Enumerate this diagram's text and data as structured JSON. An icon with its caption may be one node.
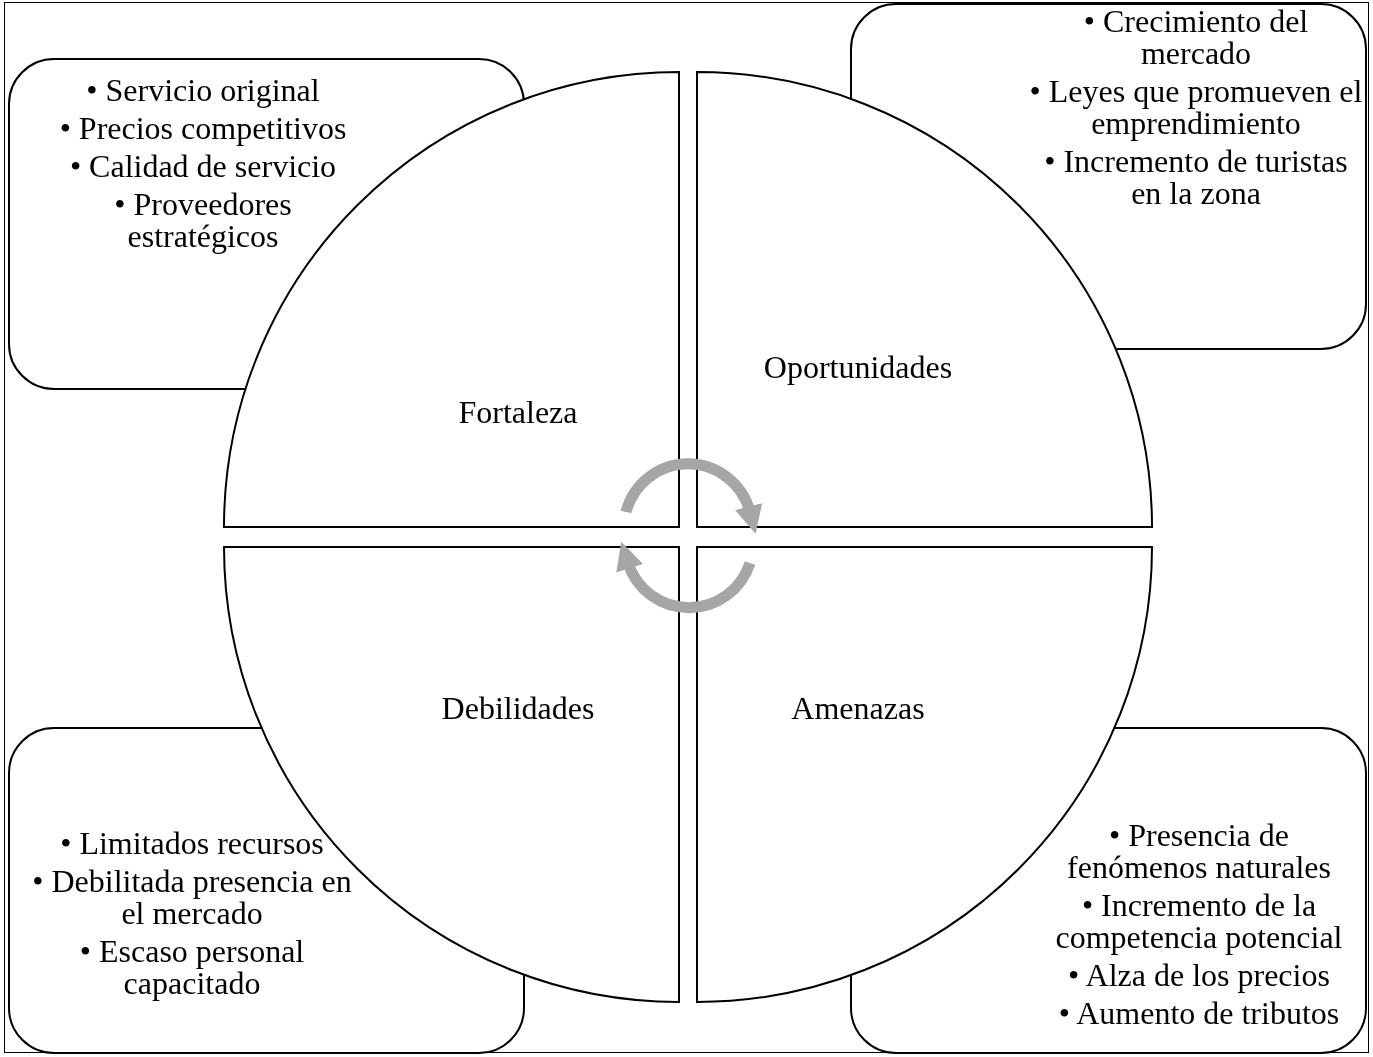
{
  "diagram": {
    "nodes": [
      {
        "text": [
          "• Servicio original",
          "• Precios competitivos",
          "• Calidad de servicio",
          "• Proveedores estratégicos"
        ]
      },
      {
        "text": [
          "• Crecimiento del mercado",
          "• Leyes que promueven el emprendimiento",
          "• Incremento de turistas en la zona"
        ]
      },
      {
        "text": [
          "Fortaleza"
        ]
      },
      {
        "text": [
          "Oportunidades"
        ]
      },
      {
        "text": [
          "Debilidades"
        ]
      },
      {
        "text": [
          "Amenazas"
        ]
      },
      {
        "text": [
          "• Limitados recursos",
          "• Debilitada presencia en el mercado",
          "• Escaso personal capacitado"
        ]
      },
      {
        "text": [
          "• Presencia de fenómenos naturales",
          "• Incremento de la competencia potencial",
          "• Alza de los precios",
          "• Aumento de tributos"
        ]
      }
    ],
    "edges": [
      {
        "from": 2,
        "to": 3,
        "arrow": "to"
      },
      {
        "from": 5,
        "to": 4,
        "arrow": "to"
      }
    ]
  }
}
